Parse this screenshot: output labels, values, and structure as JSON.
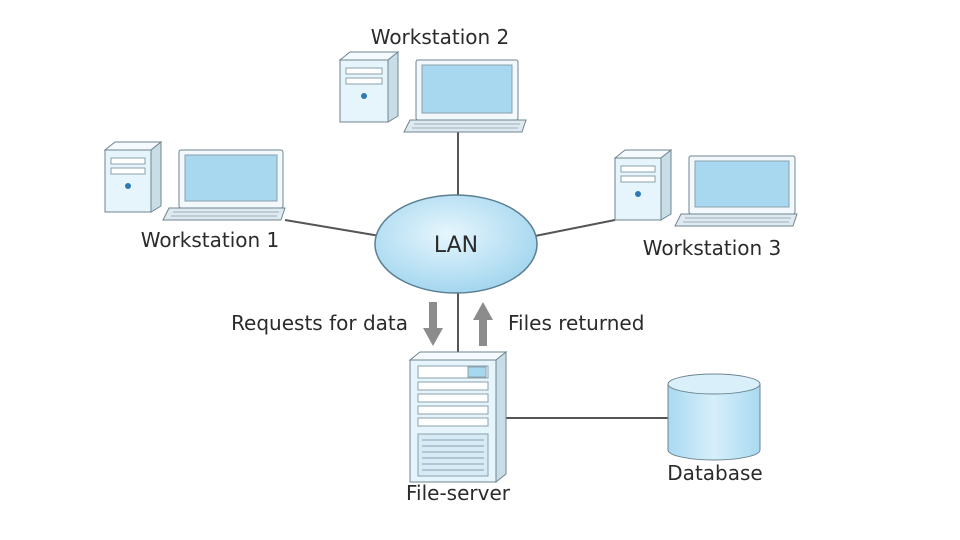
{
  "labels": {
    "workstation_1": "Workstation 1",
    "workstation_2": "Workstation 2",
    "workstation_3": "Workstation 3",
    "lan": "LAN",
    "requests": "Requests for data",
    "files_returned": "Files returned",
    "file_server": "File-server",
    "database": "Database"
  },
  "colors": {
    "line": "#555555",
    "arrow": "#8c8c8c",
    "lan_fill": "#bfe6f8",
    "lan_stroke": "#5a7f93",
    "device_fill": "#e6f4fb",
    "device_stroke": "#6f8590",
    "screen": "#a8d8f0",
    "database_fill": "#bde3f6"
  },
  "icons": {
    "workstation": "desktop-computer-icon",
    "server": "server-tower-icon",
    "database": "database-cylinder-icon",
    "network": "lan-ellipse"
  }
}
